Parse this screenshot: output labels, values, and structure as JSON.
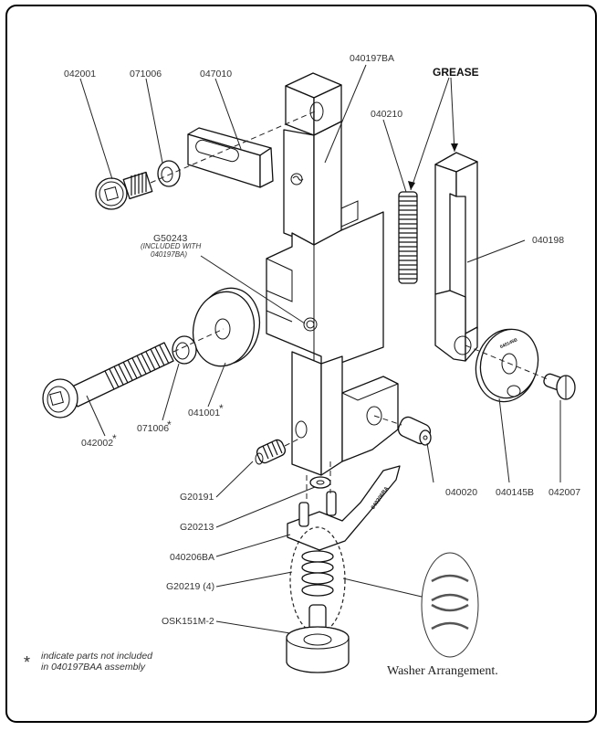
{
  "diagram": {
    "type": "exploded-parts-view",
    "grease_label": "GREASE",
    "footnote": {
      "symbol": "*",
      "line1": "indicate parts not included",
      "line2": "in 040197BAA assembly"
    },
    "washer_caption": "Washer Arrangement.",
    "parts": {
      "p042001": {
        "label": "042001",
        "starred": false
      },
      "p071006a": {
        "label": "071006",
        "starred": false
      },
      "p047010": {
        "label": "047010",
        "starred": false
      },
      "p040197BA": {
        "label": "040197BA",
        "starred": false
      },
      "p040210": {
        "label": "040210",
        "starred": false
      },
      "p040198": {
        "label": "040198",
        "starred": false
      },
      "pG50243": {
        "label": "G50243",
        "note1": "(INCLUDED WITH",
        "note2": "040197BA)",
        "starred": false
      },
      "p042002": {
        "label": "042002",
        "starred": true
      },
      "p071006b": {
        "label": "071006",
        "starred": true
      },
      "p041001": {
        "label": "041001",
        "starred": true
      },
      "p040145B": {
        "label": "040145B",
        "starred": false
      },
      "p042007": {
        "label": "042007",
        "starred": false
      },
      "p040020": {
        "label": "040020",
        "starred": false
      },
      "pG20191": {
        "label": "G20191",
        "starred": false
      },
      "pG20213": {
        "label": "G20213",
        "starred": false
      },
      "p040206BA": {
        "label": "040206BA",
        "starred": false
      },
      "pG20219": {
        "label": "G20219 (4)",
        "starred": false
      },
      "pOSK151M2": {
        "label": "OSK151M-2",
        "starred": false
      }
    },
    "star_symbol": "*"
  }
}
